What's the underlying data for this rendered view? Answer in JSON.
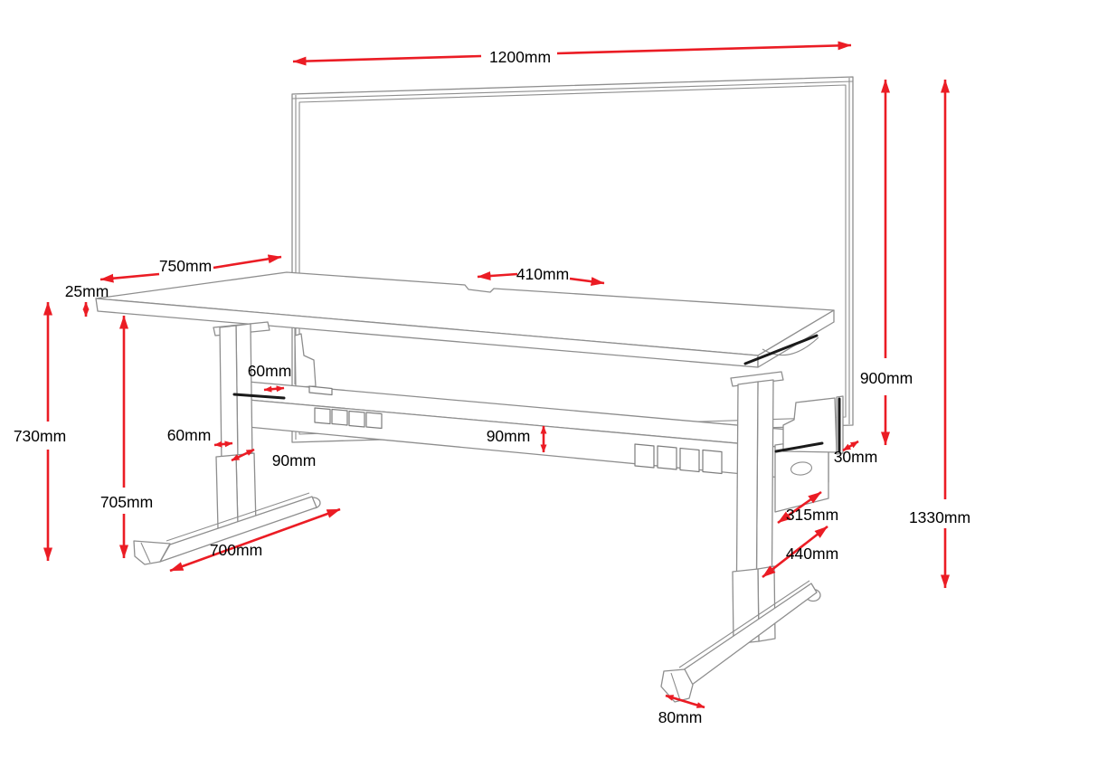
{
  "diagram": {
    "subject": "height-adjustable desk with privacy screen, dimensioned drawing",
    "unit": "mm",
    "colors": {
      "dimension_red": "#EB1C24",
      "outline_gray": "#8E8E8E",
      "shadow_black": "#1A1A1A",
      "background": "#FFFFFF"
    },
    "dimensions": {
      "screen_width": {
        "label": "1200mm",
        "value": 1200
      },
      "desktop_depth": {
        "label": "750mm",
        "value": 750
      },
      "desktop_thickness": {
        "label": "25mm",
        "value": 25
      },
      "cable_cutout": {
        "label": "410mm",
        "value": 410
      },
      "desk_height": {
        "label": "730mm",
        "value": 730
      },
      "underdesk_height": {
        "label": "705mm",
        "value": 705
      },
      "bracket_gap": {
        "label": "60mm",
        "value": 60
      },
      "column_width": {
        "label": "60mm",
        "value": 60
      },
      "column_depth": {
        "label": "90mm",
        "value": 90
      },
      "beam_height": {
        "label": "90mm",
        "value": 90
      },
      "foot_length": {
        "label": "700mm",
        "value": 700
      },
      "screen_height": {
        "label": "900mm",
        "value": 900
      },
      "screen_thickness": {
        "label": "30mm",
        "value": 30
      },
      "side_panel": {
        "label": "315mm",
        "value": 315
      },
      "leg_offset": {
        "label": "440mm",
        "value": 440
      },
      "total_height": {
        "label": "1330mm",
        "value": 1330
      },
      "foot_width": {
        "label": "80mm",
        "value": 80
      }
    }
  }
}
